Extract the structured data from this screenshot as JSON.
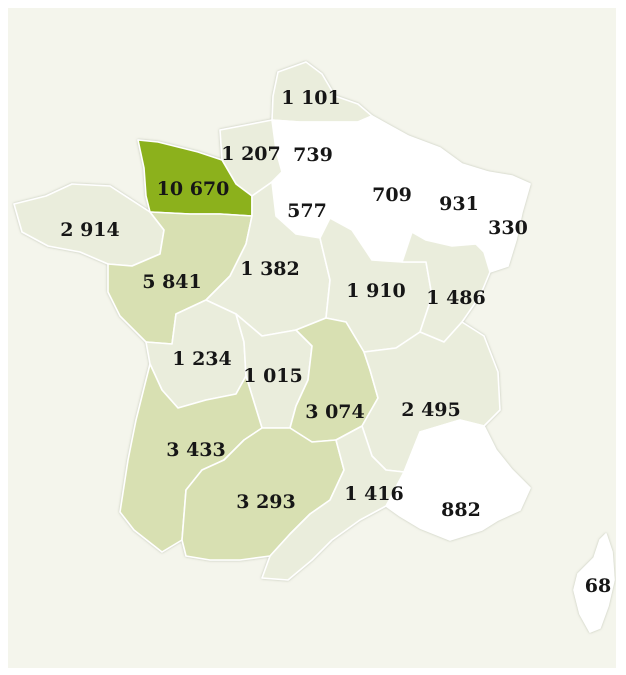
{
  "regions": [
    {
      "id": "nord-pas-de-calais",
      "value": "1 101",
      "tier": 1
    },
    {
      "id": "haute-normandie",
      "value": "1 207",
      "tier": 1
    },
    {
      "id": "picardie",
      "value": "739",
      "tier": 0
    },
    {
      "id": "basse-normandie",
      "value": "10 670",
      "tier": 4
    },
    {
      "id": "ile-de-france",
      "value": "577",
      "tier": 0
    },
    {
      "id": "champagne-ardenne",
      "value": "709",
      "tier": 0
    },
    {
      "id": "lorraine",
      "value": "931",
      "tier": 0
    },
    {
      "id": "alsace",
      "value": "330",
      "tier": 0
    },
    {
      "id": "bretagne",
      "value": "2 914",
      "tier": 1
    },
    {
      "id": "pays-de-la-loire",
      "value": "5 841",
      "tier": 2
    },
    {
      "id": "centre",
      "value": "1 382",
      "tier": 1
    },
    {
      "id": "bourgogne",
      "value": "1 910",
      "tier": 1
    },
    {
      "id": "franche-comte",
      "value": "1 486",
      "tier": 1
    },
    {
      "id": "poitou-charentes",
      "value": "1 234",
      "tier": 1
    },
    {
      "id": "limousin",
      "value": "1 015",
      "tier": 1
    },
    {
      "id": "auvergne",
      "value": "3 074",
      "tier": 2
    },
    {
      "id": "rhone-alpes",
      "value": "2 495",
      "tier": 1
    },
    {
      "id": "aquitaine",
      "value": "3 433",
      "tier": 2
    },
    {
      "id": "midi-pyrenees",
      "value": "3 293",
      "tier": 2
    },
    {
      "id": "languedoc-roussillon",
      "value": "1 416",
      "tier": 1
    },
    {
      "id": "provence-alpes-cote-dazur",
      "value": "882",
      "tier": 0
    },
    {
      "id": "corse",
      "value": "68",
      "tier": 0
    }
  ],
  "colors": {
    "background": "#f4f5ec",
    "tiers": [
      "#ffffff",
      "#eaeddc",
      "#d8e0b2",
      "#d8e0b2",
      "#8cb11c"
    ],
    "border": "#ffffff",
    "label": "#161616"
  }
}
